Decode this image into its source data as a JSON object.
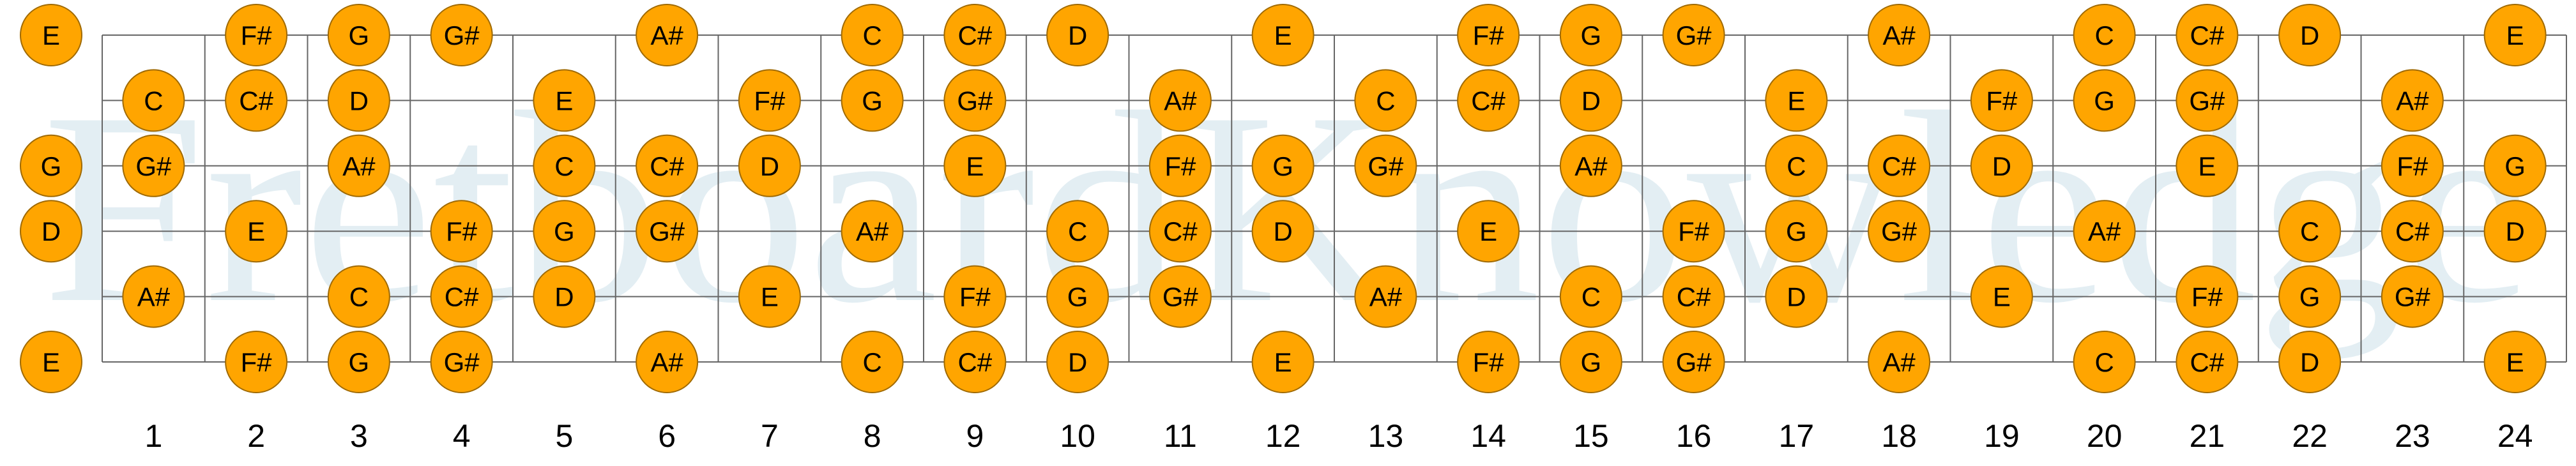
{
  "title": "",
  "watermark": "FretboardKnowledge",
  "colors": {
    "note_fill": "#FFA500",
    "note_stroke": "#A06A00",
    "line": "#666666",
    "text": "#000000",
    "watermark": "#E3EEF3"
  },
  "fret_numbers": [
    "1",
    "2",
    "3",
    "4",
    "5",
    "6",
    "7",
    "8",
    "9",
    "10",
    "11",
    "12",
    "13",
    "14",
    "15",
    "16",
    "17",
    "18",
    "19",
    "20",
    "21",
    "22",
    "23",
    "24"
  ],
  "strings": [
    {
      "open": "E",
      "notes": [
        "",
        "F#",
        "G",
        "G#",
        "",
        "A#",
        "",
        "C",
        "C#",
        "D",
        "",
        "E",
        "",
        "F#",
        "G",
        "G#",
        "",
        "A#",
        "",
        "C",
        "C#",
        "D",
        "",
        "E"
      ]
    },
    {
      "open": "",
      "notes": [
        "C",
        "C#",
        "D",
        "",
        "E",
        "",
        "F#",
        "G",
        "G#",
        "",
        "A#",
        "",
        "C",
        "C#",
        "D",
        "",
        "E",
        "",
        "F#",
        "G",
        "G#",
        "",
        "A#",
        ""
      ]
    },
    {
      "open": "G",
      "notes": [
        "G#",
        "",
        "A#",
        "",
        "C",
        "C#",
        "D",
        "",
        "E",
        "",
        "F#",
        "G",
        "G#",
        "",
        "A#",
        "",
        "C",
        "C#",
        "D",
        "",
        "E",
        "",
        "F#",
        "G"
      ]
    },
    {
      "open": "D",
      "notes": [
        "",
        "E",
        "",
        "F#",
        "G",
        "G#",
        "",
        "A#",
        "",
        "C",
        "C#",
        "D",
        "",
        "E",
        "",
        "F#",
        "G",
        "G#",
        "",
        "A#",
        "",
        "C",
        "C#",
        "D"
      ]
    },
    {
      "open": "",
      "notes": [
        "A#",
        "",
        "C",
        "C#",
        "D",
        "",
        "E",
        "",
        "F#",
        "G",
        "G#",
        "",
        "A#",
        "",
        "C",
        "C#",
        "D",
        "",
        "E",
        "",
        "F#",
        "G",
        "G#",
        ""
      ]
    },
    {
      "open": "E",
      "notes": [
        "",
        "F#",
        "G",
        "G#",
        "",
        "A#",
        "",
        "C",
        "C#",
        "D",
        "",
        "E",
        "",
        "F#",
        "G",
        "G#",
        "",
        "A#",
        "",
        "C",
        "C#",
        "D",
        "",
        "E"
      ]
    }
  ]
}
